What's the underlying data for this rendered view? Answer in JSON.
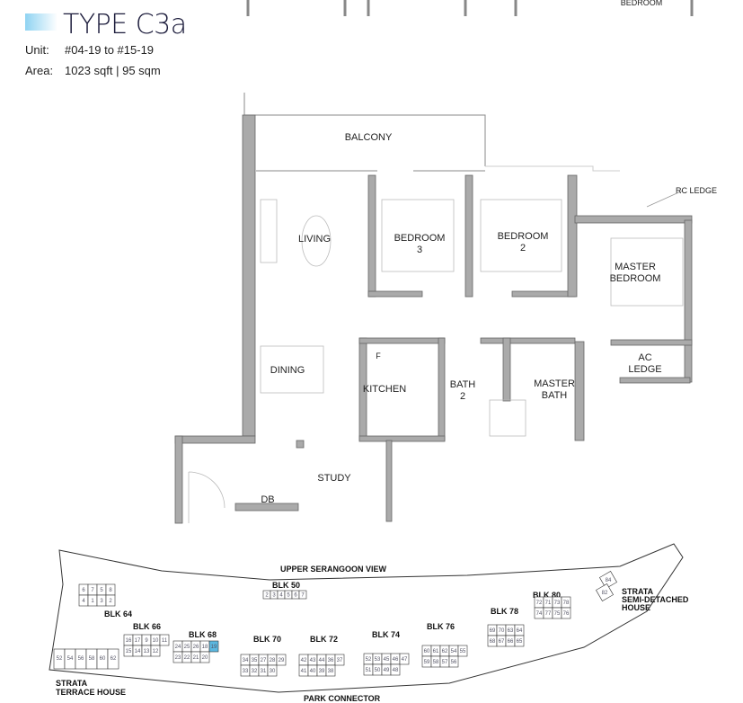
{
  "header": {
    "title": "TYPE C3a",
    "unit_label": "Unit:",
    "unit_value": "#04-19 to #15-19",
    "area_label": "Area:",
    "area_value": "1023 sqft | 95 sqm",
    "accent": "#8fd3f2"
  },
  "floorplan": {
    "top_cut_label": "BEDROOM",
    "rooms": {
      "balcony": "BALCONY",
      "living": "LIVING",
      "bedroom3_a": "BEDROOM",
      "bedroom3_b": "3",
      "bedroom2_a": "BEDROOM",
      "bedroom2_b": "2",
      "master_a": "MASTER",
      "master_b": "BEDROOM",
      "dining": "DINING",
      "kitchen": "KITCHEN",
      "fridge": "F",
      "bath2_a": "BATH",
      "bath2_b": "2",
      "mbath_a": "MASTER",
      "mbath_b": "BATH",
      "ac_a": "AC",
      "ac_b": "LEDGE",
      "study": "STUDY",
      "db": "DB",
      "rc_ledge": "RC LEDGE"
    }
  },
  "siteplan": {
    "road_top": "UPPER SERANGOON VIEW",
    "road_bottom": "PARK CONNECTOR",
    "terrace_a": "STRATA",
    "terrace_b": "TERRACE HOUSE",
    "semi_a": "STRATA",
    "semi_b": "SEMI-DETACHED",
    "semi_c": "HOUSE",
    "highlight_color": "#5bb8e0",
    "highlight_unit": "19",
    "blocks": [
      {
        "label": "BLK 50",
        "units": [
          "2",
          "3",
          "4",
          "5",
          "6",
          "7"
        ]
      },
      {
        "label": "BLK 64",
        "units": [
          "6",
          "7",
          "5",
          "8",
          "4",
          "1",
          "3",
          "2"
        ]
      },
      {
        "label": "BLK 66",
        "units": [
          "16",
          "17",
          "9",
          "10",
          "11",
          "15",
          "14",
          "13",
          "12"
        ]
      },
      {
        "label": "BLK 68",
        "units": [
          "24",
          "25",
          "26",
          "18",
          "19",
          "23",
          "22",
          "21",
          "20"
        ]
      },
      {
        "label": "BLK 70",
        "units": [
          "34",
          "35",
          "27",
          "28",
          "29",
          "33",
          "32",
          "31",
          "30"
        ]
      },
      {
        "label": "BLK 72",
        "units": [
          "42",
          "43",
          "44",
          "36",
          "37",
          "41",
          "40",
          "39",
          "38"
        ]
      },
      {
        "label": "BLK 74",
        "units": [
          "52",
          "53",
          "45",
          "46",
          "47",
          "51",
          "50",
          "49",
          "48"
        ]
      },
      {
        "label": "BLK 76",
        "units": [
          "60",
          "61",
          "62",
          "54",
          "55",
          "59",
          "58",
          "57",
          "56"
        ]
      },
      {
        "label": "BLK 78",
        "units": [
          "69",
          "70",
          "63",
          "64",
          "68",
          "67",
          "66",
          "65"
        ]
      },
      {
        "label": "BLK 80",
        "units": [
          "72",
          "71",
          "73",
          "78",
          "74",
          "77",
          "75",
          "76"
        ]
      }
    ],
    "terrace_units": [
      "52",
      "54",
      "56",
      "58",
      "60",
      "62"
    ],
    "semi_units": [
      "84",
      "82"
    ]
  }
}
